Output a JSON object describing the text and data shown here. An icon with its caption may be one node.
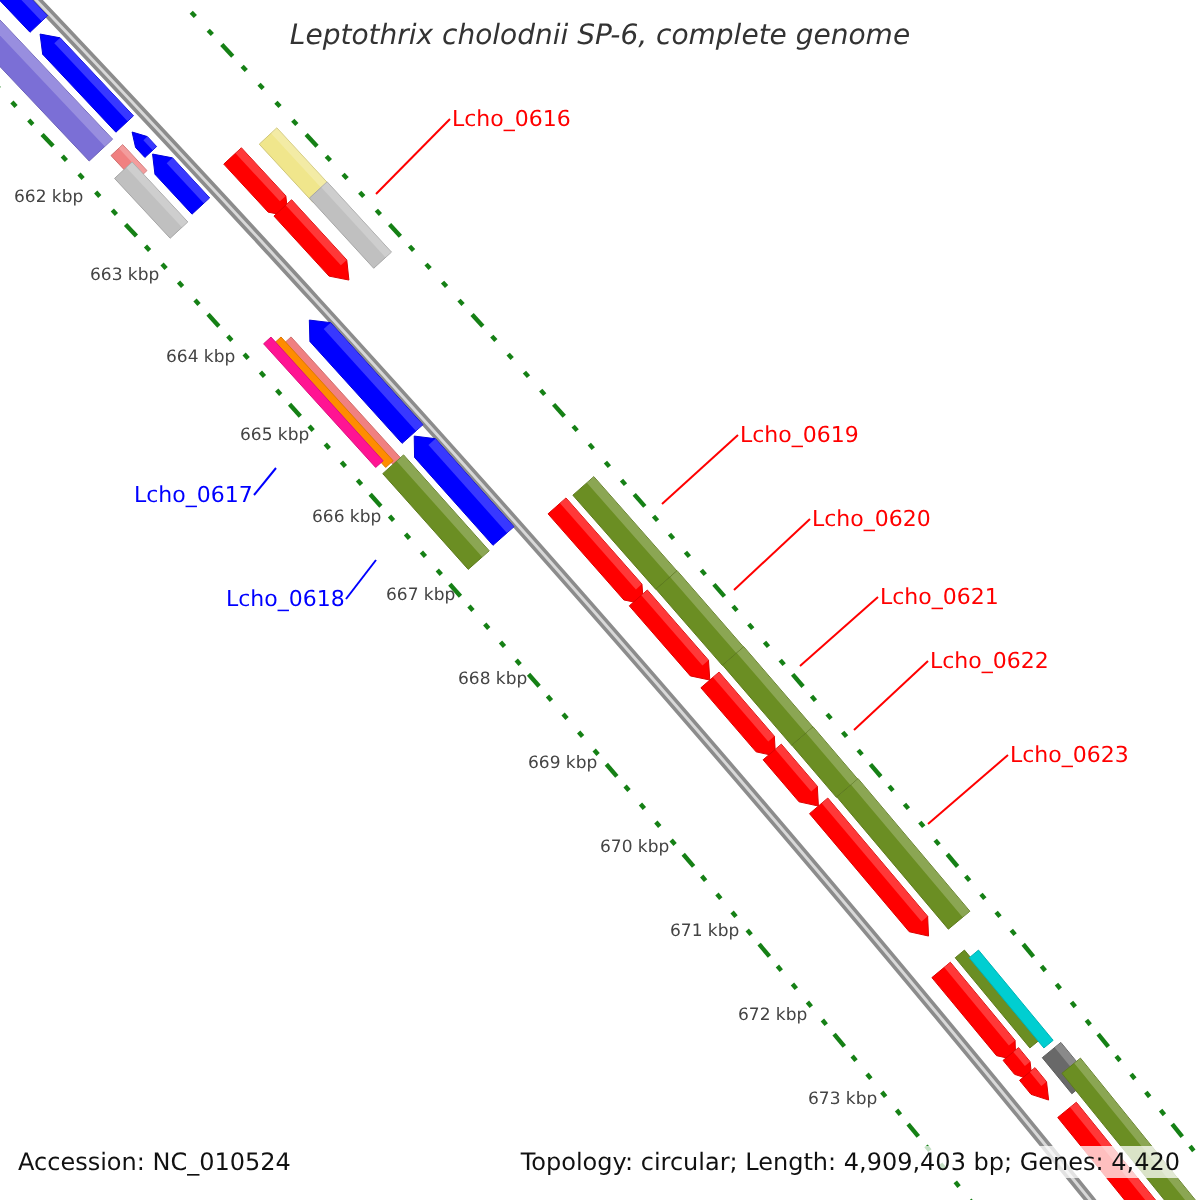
{
  "diagram": {
    "title": "Leptothrix cholodnii SP-6, complete genome",
    "nodes": [
      {
        "text": [
          "Lcho_0616"
        ]
      },
      {
        "text": [
          "Lcho_0617"
        ]
      },
      {
        "text": [
          "Lcho_0618"
        ]
      },
      {
        "text": [
          "Lcho_0619"
        ]
      },
      {
        "text": [
          "Lcho_0620"
        ]
      },
      {
        "text": [
          "Lcho_0621"
        ]
      },
      {
        "text": [
          "Lcho_0622"
        ]
      },
      {
        "text": [
          "Lcho_0623"
        ]
      }
    ],
    "edges": [
      {
        "from": 0,
        "to": null,
        "arrow": "none"
      },
      {
        "from": 1,
        "to": null,
        "arrow": "none",
        "color": "#0000ff"
      },
      {
        "from": 2,
        "to": null,
        "arrow": "none",
        "color": "#0000ff"
      },
      {
        "from": 3,
        "to": null,
        "arrow": "none"
      },
      {
        "from": 4,
        "to": null,
        "arrow": "none"
      },
      {
        "from": 5,
        "to": null,
        "arrow": "none"
      },
      {
        "from": 6,
        "to": null,
        "arrow": "none"
      },
      {
        "from": 7,
        "to": null,
        "arrow": "none"
      }
    ],
    "labels": [
      "662 kbp",
      "663 kbp",
      "664 kbp",
      "665 kbp",
      "666 kbp",
      "667 kbp",
      "668 kbp",
      "669 kbp",
      "670 kbp",
      "671 kbp",
      "672 kbp",
      "673 kbp",
      "Accession: NC_010524",
      "Topology: circular; Length: 4,909,403 bp; Genes: 4,420"
    ]
  }
}
